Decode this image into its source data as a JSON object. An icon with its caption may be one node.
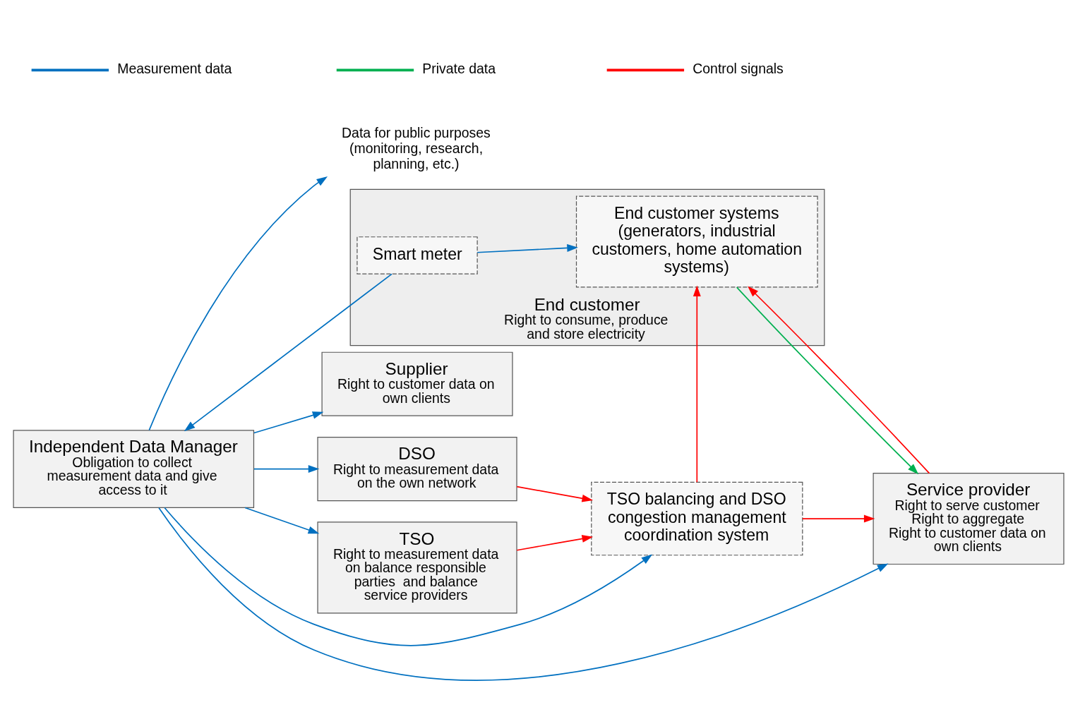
{
  "diagram": {
    "nodes": [
      {
        "text": [
          "Data for public purposes (monitoring, research, planning, etc.)"
        ]
      },
      {
        "text": [
          "DSO",
          "Right to measurement data on the own network"
        ]
      },
      {
        "text": [
          "Independent Data Manager",
          "Obligation to collect measurement data and give access to it"
        ]
      },
      {
        "text": [
          "Supplier",
          "Right to customer data on own clients"
        ]
      },
      {
        "text": [
          "TSO balancing and DSO congestion management coordination system"
        ]
      },
      {
        "text": [
          "End customer",
          "Right to consume, produce and store electricity"
        ]
      },
      {
        "text": [
          "Smart meter"
        ],
        "in": 5
      },
      {
        "text": [
          "End customer systems (generators, industrial customers, home automation systems)"
        ],
        "in": 5
      },
      {
        "text": [
          "TSO",
          "Right to measurement data on balance responsible parties  and balance service providers"
        ]
      },
      {
        "text": [
          "Service provider",
          "Right to serve customer",
          "Right to aggregate",
          "Right to customer data on own clients"
        ]
      }
    ],
    "edges": [
      {
        "from": 2,
        "to": 0,
        "arrow": "to"
      },
      {
        "from": 2,
        "to": 1,
        "arrow": "to"
      },
      {
        "from": 2,
        "to": 4,
        "arrow": "to"
      },
      {
        "from": 2,
        "to": 8,
        "arrow": "to"
      },
      {
        "from": 2,
        "to": 3,
        "arrow": "to"
      },
      {
        "from": 2,
        "to": 9,
        "arrow": "to"
      },
      {
        "from": 6,
        "to": 2,
        "arrow": "to"
      },
      {
        "from": 6,
        "to": 7,
        "arrow": "to"
      },
      {
        "from": 1,
        "to": 4,
        "arrow": "to",
        "color": "#ff0000"
      },
      {
        "from": 8,
        "to": 4,
        "arrow": "to",
        "color": "#ff0000"
      },
      {
        "from": 4,
        "to": 7,
        "arrow": "to",
        "color": "#ff0000"
      },
      {
        "from": 4,
        "to": 9,
        "arrow": "to",
        "color": "#ff0000"
      },
      {
        "from": 7,
        "to": 9,
        "arrow": "to",
        "color": "#00b050"
      },
      {
        "from": 9,
        "to": 7,
        "arrow": "to",
        "color": "#ff0000"
      }
    ],
    "legend": [
      {
        "text": "Measurement data",
        "color": "#0070c0"
      },
      {
        "text": "Private data",
        "color": "#00b050"
      },
      {
        "text": "Control signals",
        "color": "#ff0000"
      }
    ]
  }
}
